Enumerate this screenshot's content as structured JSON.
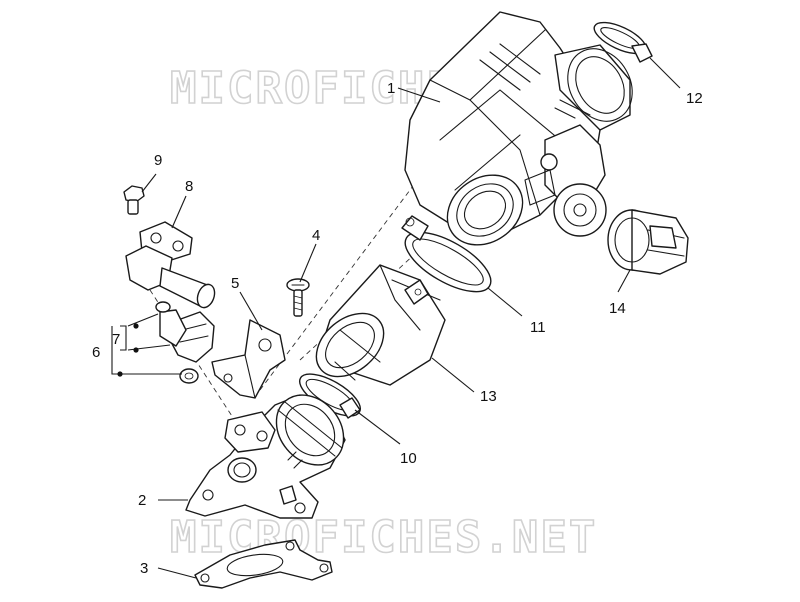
{
  "watermark": {
    "text": "MICROFICHES.NET"
  },
  "callouts": {
    "c1": "1",
    "c2": "2",
    "c3": "3",
    "c4": "4",
    "c5": "5",
    "c6": "6",
    "c7": "7",
    "c8": "8",
    "c9": "9",
    "c10": "10",
    "c11": "11",
    "c12": "12",
    "c13": "13",
    "c14": "14"
  },
  "colors": {
    "line": "#1a1a1a",
    "watermark": "#d2d2d2",
    "background": "#ffffff"
  }
}
